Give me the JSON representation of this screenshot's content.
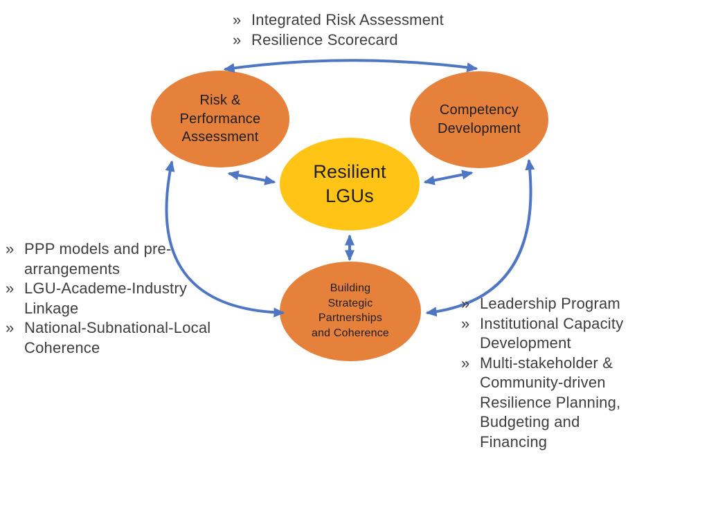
{
  "bullet_char": "»",
  "colors": {
    "node_orange": "#E6813C",
    "node_yellow": "#FFC415",
    "arrow_blue": "#4E76C2",
    "bullet_text": "#3D3D3D",
    "label_text": "#1C1C1C"
  },
  "nodes": {
    "risk": {
      "label": "Risk &\nPerformance\nAssessment"
    },
    "competency": {
      "label": "Competency\nDevelopment"
    },
    "center": {
      "label": "Resilient\nLGUs"
    },
    "partnerships": {
      "label": "Building\nStrategic\nPartnerships\nand Coherence"
    }
  },
  "lists": {
    "top": {
      "items": [
        "Integrated Risk Assessment",
        "Resilience Scorecard"
      ]
    },
    "left": {
      "items": [
        "PPP models and pre-\narrangements",
        "LGU-Academe-Industry\nLinkage",
        "National-Subnational-Local\nCoherence"
      ]
    },
    "right": {
      "items": [
        "Leadership Program",
        "Institutional Capacity\nDevelopment",
        "Multi-stakeholder &\nCommunity-driven\nResilience Planning,\nBudgeting and\nFinancing"
      ]
    }
  }
}
